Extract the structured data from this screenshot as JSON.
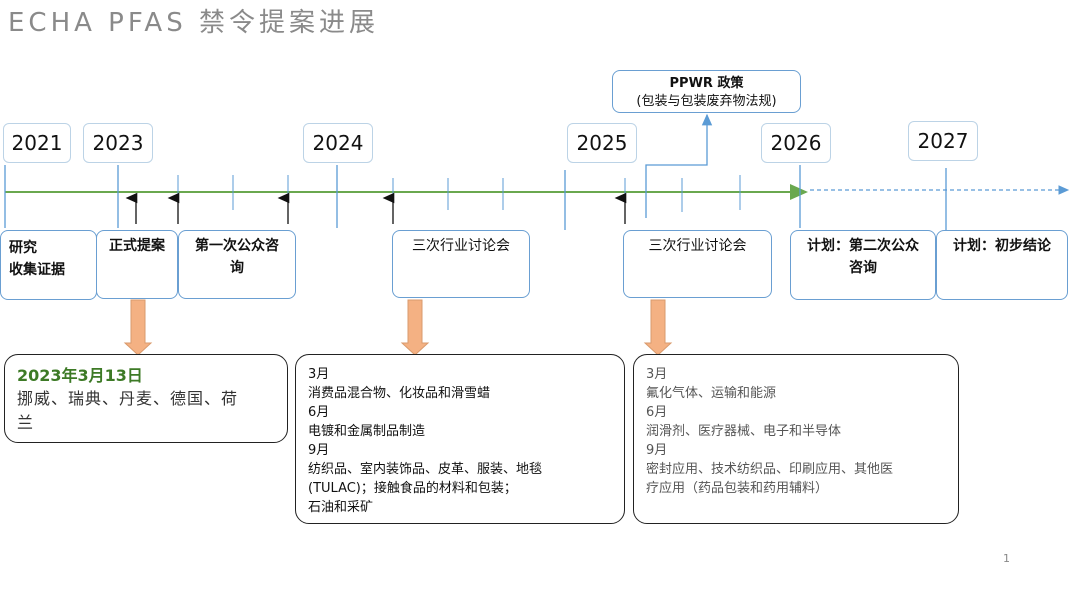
{
  "title": "ECHA PFAS 禁令提案进展",
  "years": [
    "2021",
    "2023",
    "2024",
    "2025",
    "2026",
    "2027"
  ],
  "policy": {
    "line1": "PPWR 政策",
    "line2": "(包装与包装废弃物法规)"
  },
  "events": {
    "research": {
      "line1": "研究",
      "line2": "收集证据"
    },
    "proposal": "正式提案",
    "consult1": {
      "line1": "第一次公众咨",
      "line2": "询"
    },
    "discuss2024": "三次行业讨论会",
    "discuss2025": "三次行业讨论会",
    "consult2": {
      "line1": "计划：第二次公众",
      "line2": "咨询"
    },
    "conclusion": "计划：初步结论"
  },
  "detail2023": {
    "date": "2023年3月13日",
    "line1": "挪威、瑞典、丹麦、德国、荷",
    "line2": "兰"
  },
  "detail2024": [
    "3月",
    "消费品混合物、化妆品和滑雪蜡",
    "6月",
    "电镀和金属制品制造",
    "9月",
    "纺织品、室内装饰品、皮革、服装、地毯",
    "(TULAC)；接触食品的材料和包装；",
    "石油和采矿"
  ],
  "detail2025": [
    "3月",
    "氟化气体、运输和能源",
    "6月",
    "润滑剂、医疗器械、电子和半导体",
    "9月",
    "密封应用、技术纺织品、印刷应用、其他医",
    "疗应用（药品包装和药用辅料）"
  ],
  "page_number": "1",
  "colors": {
    "timeline": "#6aa84f",
    "connector": "#5b9bd5",
    "down_arrow": "#f4b183"
  }
}
